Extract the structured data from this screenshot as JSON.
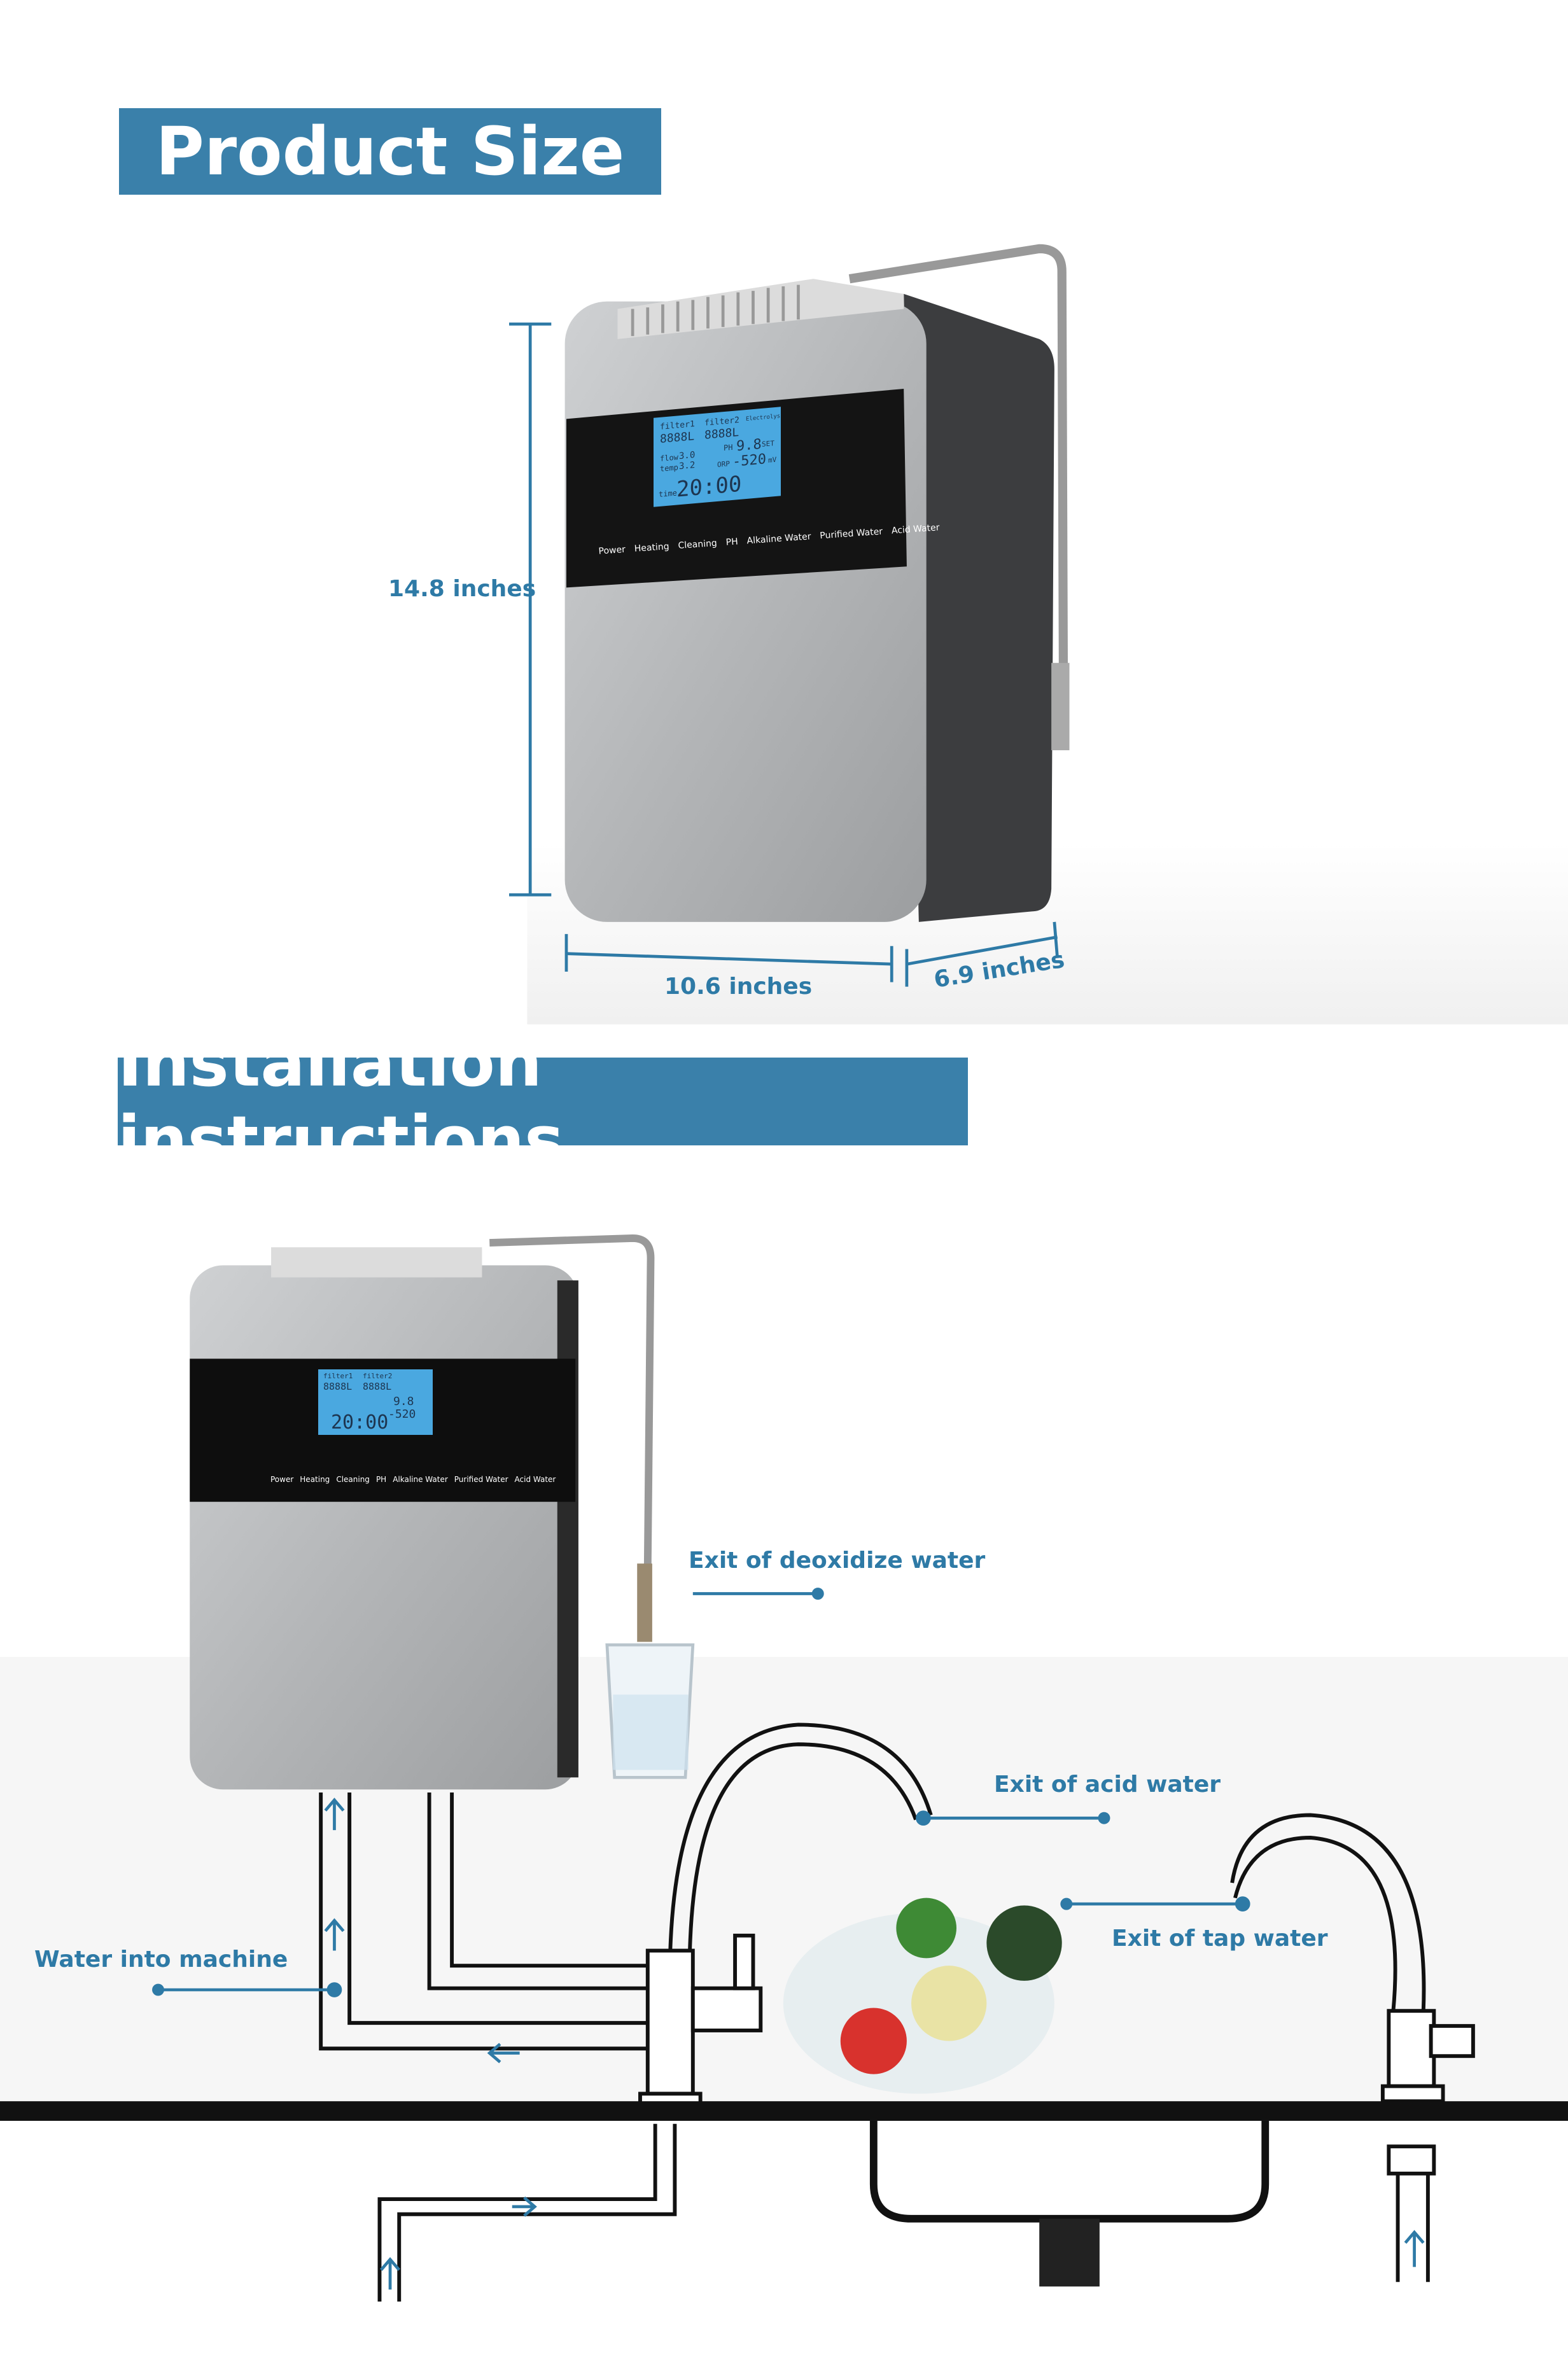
{
  "sections": {
    "product_size_title": "Product Size",
    "installation_title": "Installation instructions"
  },
  "dimensions": {
    "height": "14.8 inches",
    "width": "10.6 inches",
    "depth": "6.9 inches"
  },
  "installation_labels": {
    "deoxidize_exit": "Exit of deoxidize water",
    "acid_exit": "Exit of acid water",
    "tap_exit": "Exit of tap water",
    "water_in": "Water into machine"
  },
  "device_display": {
    "filter1": "filter1",
    "filter2": "filter2",
    "filter1_value": "8888L",
    "filter2_value": "8888L",
    "electrolysis": "Electrolysis",
    "flow_label": "flow",
    "flow_value": "3.0",
    "temp_label": "temp",
    "temp_value": "3.2",
    "ph_label": "PH",
    "ph_value": "9.8",
    "set": "SET",
    "orp_label": "ORP",
    "orp_value": "-520",
    "orp_unit": "mV",
    "time_label": "time",
    "time_value": "20:00",
    "buttons": [
      "Power",
      "Heating",
      "Cleaning",
      "PH",
      "Alkaline Water",
      "Purified Water",
      "Acid Water"
    ]
  },
  "colors": {
    "banner": "#3a80aa",
    "label": "#2e7aa6",
    "lcd": "#4aa8e0"
  }
}
